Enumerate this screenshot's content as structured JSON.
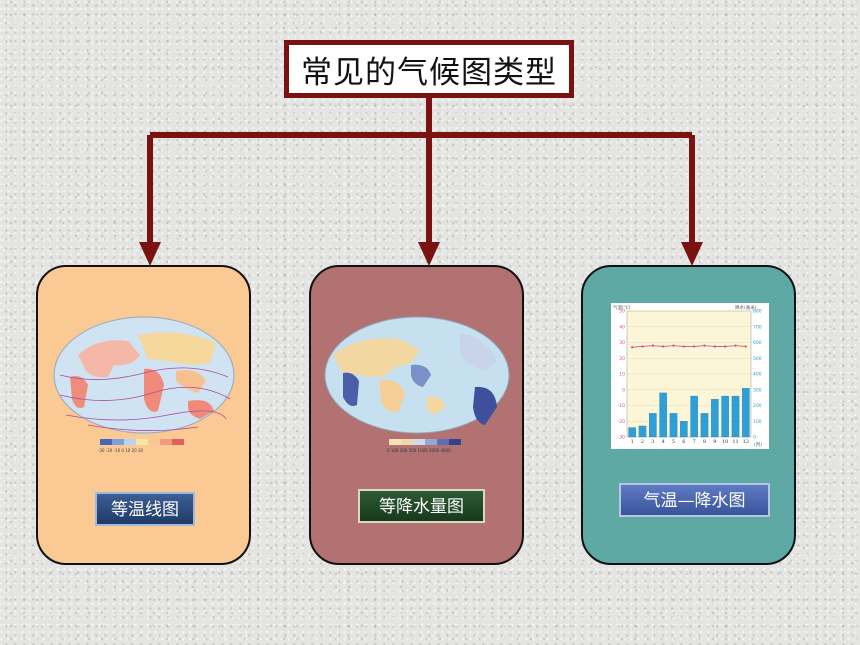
{
  "title": "常见的气候图类型",
  "colors": {
    "title_border": "#7a1212",
    "arrow": "#7a1212",
    "card_1_bg": "#fbc994",
    "card_2_bg": "#b27272",
    "card_3_bg": "#5ea9a3"
  },
  "cards": [
    {
      "label": "等温线图",
      "thumbnail": "world isotherm map",
      "legend_ticks": "-30 -20 -10 0 10 20 30"
    },
    {
      "label": "等降水量图",
      "thumbnail": "world precipitation map",
      "legend_ticks": "0 100 200 500 1000 2000 4000"
    },
    {
      "label": "气温—降水图",
      "thumbnail": "temperature-precipitation chart"
    }
  ],
  "chart": {
    "left_axis_title": "气温(℃)",
    "right_axis_title": "降水(毫米)",
    "left_ticks": [
      "50",
      "40",
      "30",
      "20",
      "10",
      "0",
      "-10",
      "-20",
      "-30"
    ],
    "right_ticks": [
      "800",
      "700",
      "600",
      "500",
      "400",
      "300",
      "200",
      "100",
      "0"
    ],
    "months": [
      "1",
      "2",
      "3",
      "4",
      "5",
      "6",
      "7",
      "8",
      "9",
      "10",
      "11",
      "12"
    ],
    "month_unit": "(月)",
    "temperature": [
      27,
      27.5,
      28,
      27.5,
      28,
      27.5,
      27.5,
      28,
      27.5,
      27.5,
      28,
      27.5
    ],
    "precipitation": [
      60,
      70,
      150,
      280,
      150,
      100,
      260,
      150,
      240,
      260,
      260,
      310
    ]
  }
}
